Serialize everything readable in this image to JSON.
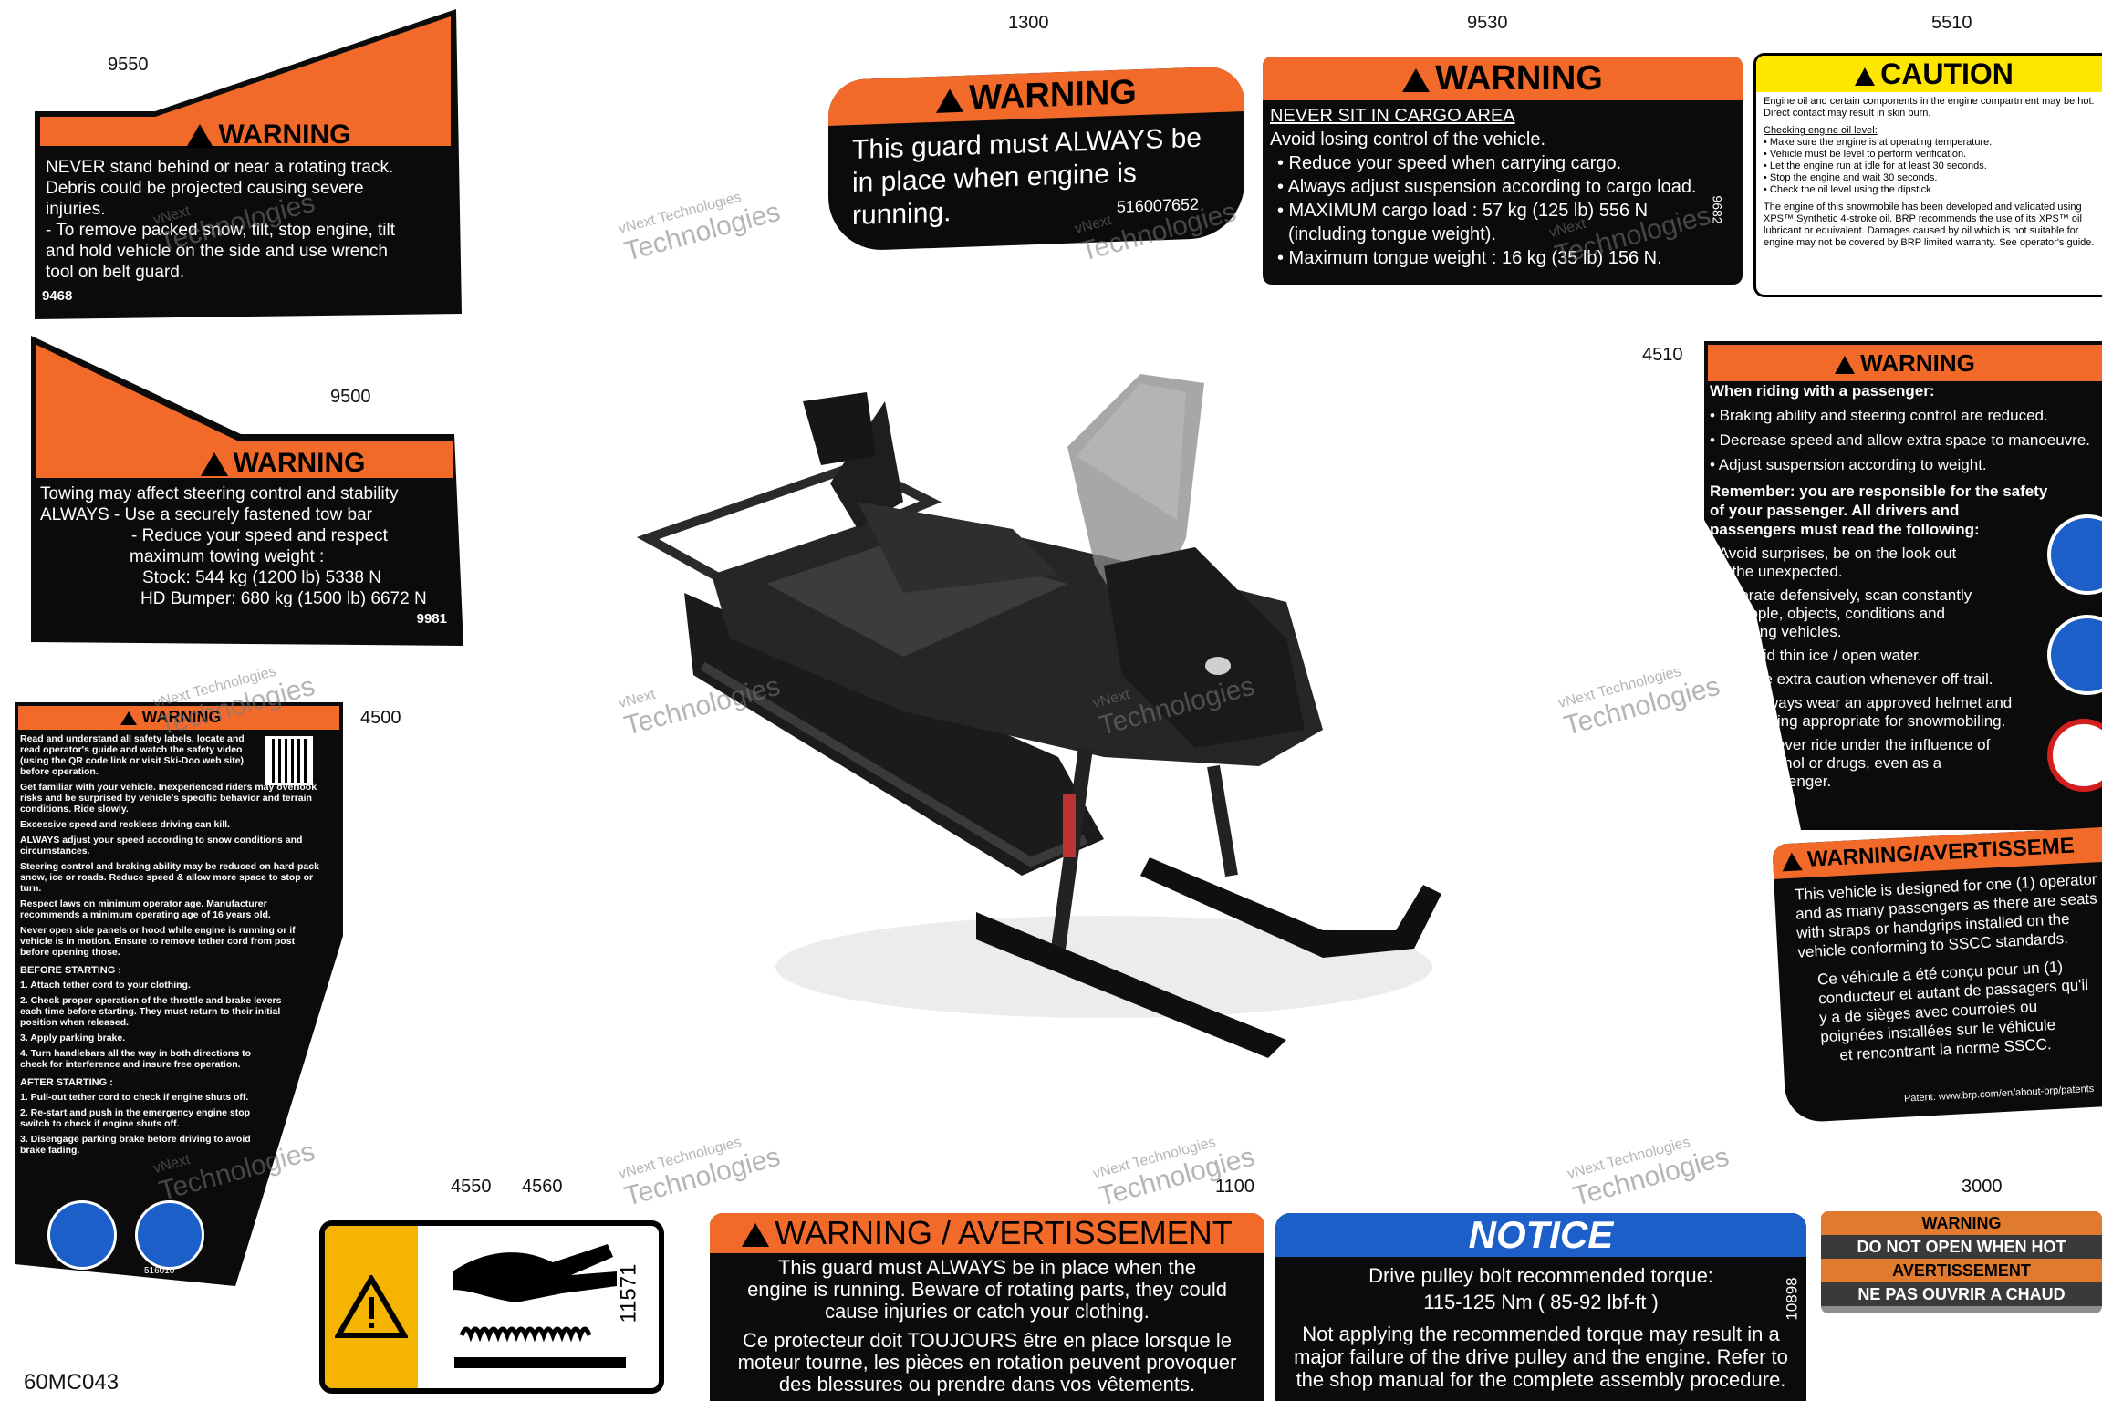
{
  "ref_numbers": {
    "n9550": "9550",
    "n9500": "9500",
    "n4500": "4500",
    "n1300": "1300",
    "n9530": "9530",
    "n5510": "5510",
    "n4510": "4510",
    "n4550": "4550",
    "n4560": "4560",
    "n1100": "1100",
    "n3000": "3000",
    "diagram_id": "60MC043"
  },
  "watermark": {
    "brand": "vNext",
    "line1": "vNext Technologies",
    "line2": "Technologies"
  },
  "label_9550": {
    "header": "WARNING",
    "lines": [
      "NEVER stand behind or near a rotating track.",
      "Debris could be projected causing severe",
      "injuries.",
      "- To remove packed snow, tilt, stop engine, tilt",
      "and hold vehicle on the side and use wrench",
      "tool on belt guard."
    ],
    "code": "9468"
  },
  "label_9500": {
    "header": "WARNING",
    "lines": [
      "Towing may affect steering control and stability",
      "ALWAYS - Use a securely fastened tow bar",
      "- Reduce your speed and respect",
      "maximum towing weight :",
      "Stock: 544 kg (1200 lb) 5338 N",
      "HD Bumper: 680 kg (1500 lb) 6672 N"
    ],
    "code": "9981"
  },
  "label_4500": {
    "header": "WARNING",
    "items": [
      "Read and understand all safety labels, locate and read operator's guide and watch the safety video (using the QR code link or visit Ski-Doo web site) before operation.",
      "Get familiar with your vehicle. Inexperienced riders may overlook risks and be surprised by vehicle's specific behavior and terrain conditions. Ride slowly.",
      "Excessive speed and reckless driving can kill.",
      "ALWAYS adjust your speed according to snow conditions and circumstances.",
      "Steering control and braking ability may be reduced on hard-pack snow, ice or roads. Reduce speed & allow more space to stop or turn.",
      "Respect laws on minimum operator age. Manufacturer recommends a minimum operating age of 16 years old.",
      "Never open side panels or hood while engine is running or if vehicle is in motion. Ensure to remove tether cord from post before opening those."
    ],
    "before_title": "BEFORE STARTING :",
    "before": [
      "1. Attach tether cord to your clothing.",
      "2. Check proper operation of the throttle and brake levers each time before starting. They must return to their initial position when released.",
      "3. Apply parking brake.",
      "4. Turn handlebars all the way in both directions to check for interference and insure free operation."
    ],
    "after_title": "AFTER STARTING :",
    "after": [
      "1. Pull-out tether cord to check if engine shuts off.",
      "2. Re-start and push in the emergency engine stop switch to check if engine shuts off.",
      "3. Disengage parking brake before driving to avoid brake fading."
    ],
    "code": "516010"
  },
  "label_1300": {
    "header": "WARNING",
    "lines": [
      "This guard must ALWAYS be",
      "in place when engine is",
      "running."
    ],
    "code": "516007652"
  },
  "label_9530": {
    "header": "WARNING",
    "subheader": "NEVER SIT IN CARGO AREA",
    "lines": [
      "Avoid losing control of the vehicle.",
      "• Reduce your speed when carrying cargo.",
      "• Always adjust suspension according to cargo load.",
      "• MAXIMUM cargo load : 57 kg (125 lb) 556 N",
      "(including tongue weight).",
      "• Maximum tongue weight : 16 kg (35 lb) 156 N."
    ],
    "code": "9682"
  },
  "label_5510": {
    "header": "CAUTION",
    "intro": [
      "Engine oil and certain components in the engine compartment may be hot.",
      "Direct contact may result in skin burn."
    ],
    "check_title": "Checking engine oil level:",
    "check": [
      "• Make sure the engine is at operating temperature.",
      "• Vehicle must be level to perform verification.",
      "• Let the engine run at idle for at least 30 seconds.",
      "• Stop the engine and wait 30 seconds.",
      "• Check the oil level using the dipstick."
    ],
    "outro": [
      "The engine of this snowmobile has been developed and validated using",
      "XPS™ Synthetic 4-stroke oil. BRP recommends the use of its XPS™ oil",
      "lubricant or equivalent. Damages caused by oil which is not suitable for",
      "engine may not be covered by BRP limited warranty. See operator's guide."
    ]
  },
  "label_4510": {
    "header": "WARNING",
    "riding_title": "When riding with a passenger:",
    "riding": [
      "• Braking ability and steering control are reduced.",
      "• Decrease speed and allow extra space to manoeuvre.",
      "• Adjust suspension according to weight."
    ],
    "remember": [
      "Remember: you are responsible for the safety",
      "of your passenger. All drivers and",
      "passengers must read the following:"
    ],
    "items": [
      "• Avoid surprises, be on the look out for the unexpected.",
      "• Operate defensively, scan constantly for people, objects, conditions and upcoming vehicles.",
      "• Avoid thin ice / open water.",
      "• Use extra caution whenever off-trail.",
      "• Always wear an approved helmet and clothing appropriate for snowmobiling.",
      "• Never ride under the influence of alcohol or drugs, even as a passenger."
    ]
  },
  "label_sscc": {
    "header": "WARNING/AVERTISSEME",
    "en": [
      "This vehicle is designed for one (1) operator",
      "and as many passengers as there are seats",
      "with straps or handgrips installed on the",
      "vehicle conforming to SSCC standards."
    ],
    "fr": [
      "Ce véhicule a été conçu pour un (1)",
      "conducteur et autant de passagers qu'il",
      "y a de sièges avec courroies ou",
      "poignées installées sur le véhicule",
      "et rencontrant la norme SSCC."
    ],
    "patent": "Patent: www.brp.com/en/about-brp/patents"
  },
  "label_4560": {
    "code": "11571"
  },
  "label_1100": {
    "header": "WARNING / AVERTISSEMENT",
    "en": [
      "This guard must ALWAYS be in place when the",
      "engine is running. Beware of rotating parts, they could",
      "cause injuries or catch your clothing."
    ],
    "fr": [
      "Ce protecteur doit TOUJOURS être en place lorsque le",
      "moteur tourne, les pièces en rotation peuvent provoquer",
      "des blessures ou prendre dans vos vêtements."
    ]
  },
  "label_notice": {
    "header": "NOTICE",
    "lines": [
      "Drive pulley bolt recommended torque:",
      "115-125 Nm ( 85-92 lbf-ft )",
      "Not applying the recommended torque may result in a",
      "major failure of the drive pulley and the engine. Refer to",
      "the shop manual for the complete assembly procedure."
    ],
    "code": "10898"
  },
  "label_3000": {
    "lines": [
      "WARNING",
      "DO NOT OPEN WHEN HOT",
      "AVERTISSEMENT",
      "NE PAS OUVRIR A CHAUD"
    ]
  },
  "colors": {
    "warning_orange": "#f26a2a",
    "caution_yellow": "#ffe600",
    "notice_blue": "#1c5fc8",
    "label_black": "#0b0b0b"
  }
}
